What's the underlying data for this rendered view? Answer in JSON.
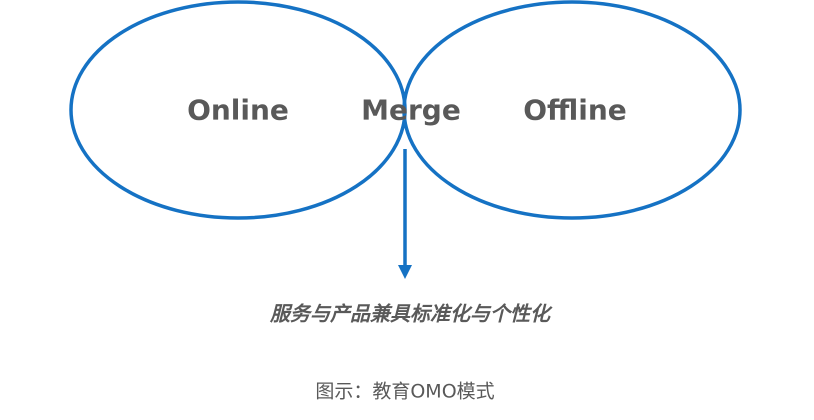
{
  "colors": {
    "stroke": "#1572c4",
    "text": "#595959"
  },
  "diagram": {
    "left_label": "Online",
    "center_label": "Merge",
    "right_label": "Offline",
    "result_text": "服务与产品兼具标准化与个性化",
    "caption": "图示：教育OMO模式"
  }
}
